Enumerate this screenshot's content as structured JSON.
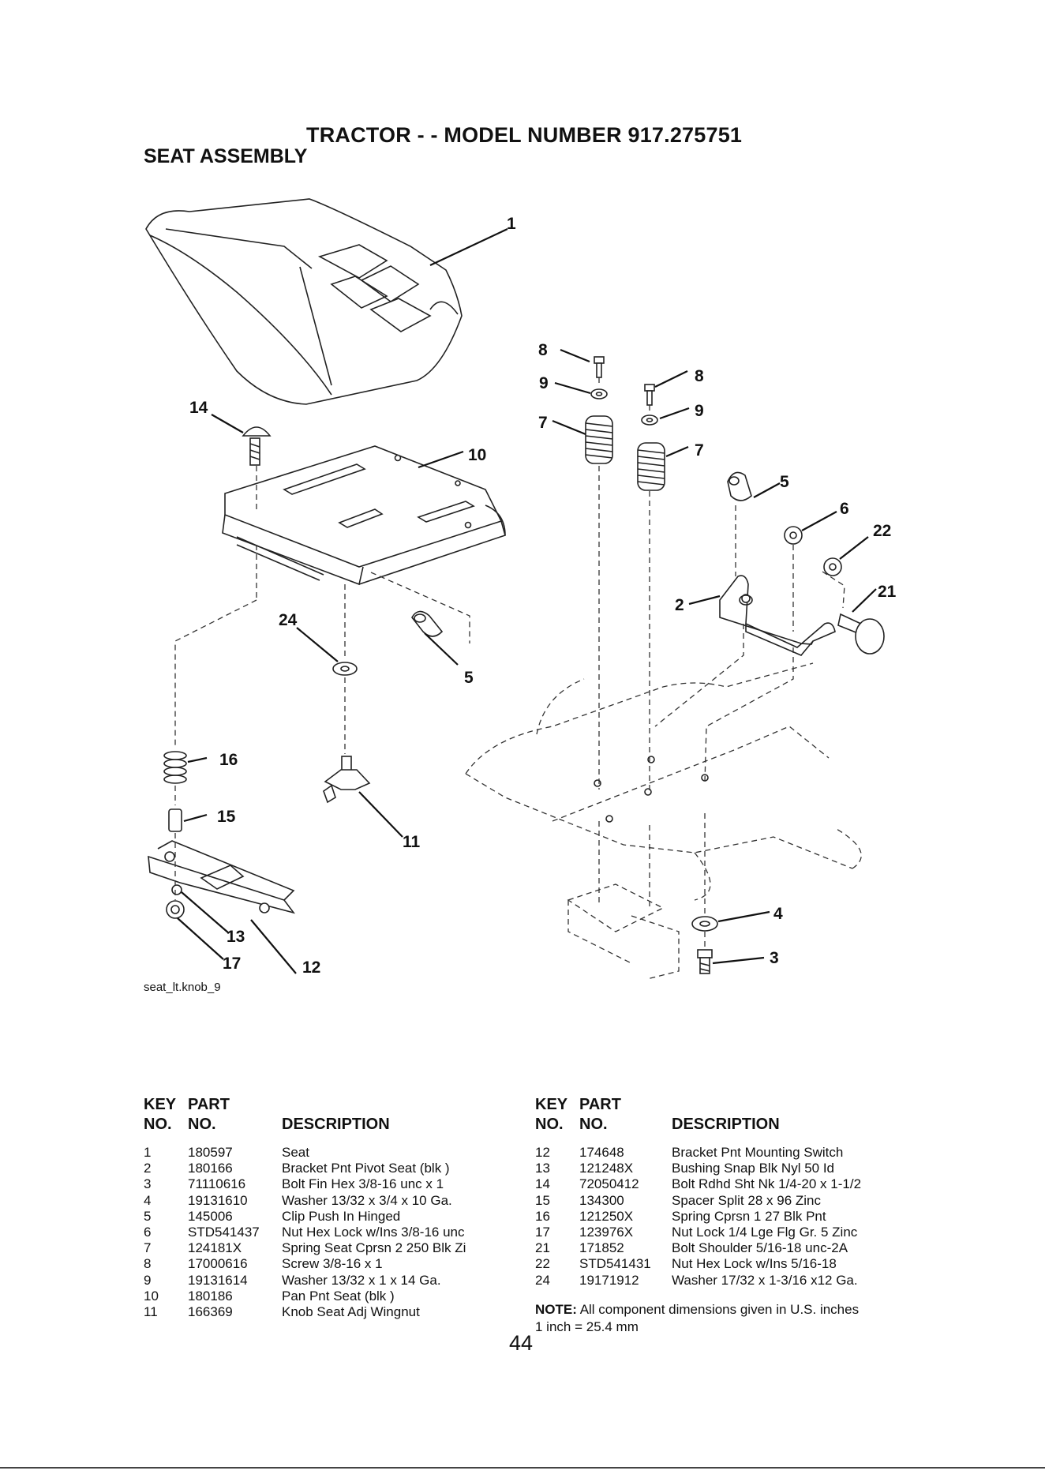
{
  "header": {
    "title": "TRACTOR - - MODEL NUMBER 917.275751",
    "subtitle": "SEAT ASSEMBLY"
  },
  "diagram": {
    "callouts": [
      "1",
      "14",
      "10",
      "24",
      "5",
      "16",
      "15",
      "11",
      "13",
      "17",
      "12",
      "8",
      "9",
      "7",
      "8",
      "9",
      "7",
      "5",
      "6",
      "22",
      "21",
      "2",
      "4",
      "3"
    ],
    "figure_id": "seat_lt.knob_9"
  },
  "parts_table": {
    "header_line1": [
      "KEY",
      "PART"
    ],
    "header_line2": [
      "NO.",
      "NO.",
      "DESCRIPTION"
    ],
    "left": [
      {
        "key": "1",
        "part": "180597",
        "desc": "Seat"
      },
      {
        "key": "2",
        "part": "180166",
        "desc": "Bracket Pnt Pivot Seat (blk )"
      },
      {
        "key": "3",
        "part": "71110616",
        "desc": "Bolt Fin Hex 3/8-16 unc x 1"
      },
      {
        "key": "4",
        "part": "19131610",
        "desc": "Washer 13/32 x 3/4 x 10 Ga."
      },
      {
        "key": "5",
        "part": "145006",
        "desc": "Clip Push In Hinged"
      },
      {
        "key": "6",
        "part": "STD541437",
        "desc": "Nut Hex Lock w/Ins 3/8-16 unc"
      },
      {
        "key": "7",
        "part": "124181X",
        "desc": "Spring Seat Cprsn 2 250 Blk Zi"
      },
      {
        "key": "8",
        "part": "17000616",
        "desc": "Screw 3/8-16 x 1"
      },
      {
        "key": "9",
        "part": "19131614",
        "desc": "Washer 13/32 x 1 x 14 Ga."
      },
      {
        "key": "10",
        "part": "180186",
        "desc": "Pan Pnt Seat (blk )"
      },
      {
        "key": "11",
        "part": "166369",
        "desc": "Knob Seat Adj Wingnut"
      }
    ],
    "right": [
      {
        "key": "12",
        "part": "174648",
        "desc": "Bracket Pnt Mounting Switch"
      },
      {
        "key": "13",
        "part": "121248X",
        "desc": "Bushing Snap Blk Nyl 50 Id"
      },
      {
        "key": "14",
        "part": "72050412",
        "desc": "Bolt Rdhd Sht Nk 1/4-20 x 1-1/2"
      },
      {
        "key": "15",
        "part": "134300",
        "desc": "Spacer Split 28 x 96 Zinc"
      },
      {
        "key": "16",
        "part": "121250X",
        "desc": "Spring Cprsn 1 27 Blk Pnt"
      },
      {
        "key": "17",
        "part": "123976X",
        "desc": "Nut Lock 1/4 Lge Flg Gr. 5 Zinc"
      },
      {
        "key": "21",
        "part": "171852",
        "desc": "Bolt Shoulder 5/16-18 unc-2A"
      },
      {
        "key": "22",
        "part": "STD541431",
        "desc": "Nut Hex Lock w/Ins 5/16-18"
      },
      {
        "key": "24",
        "part": "19171912",
        "desc": "Washer 17/32 x 1-3/16 x12 Ga."
      }
    ]
  },
  "note": {
    "label": "NOTE:",
    "text": "All component dimensions given in U.S. inches",
    "line2": "1 inch = 25.4 mm"
  },
  "page_number": "44"
}
